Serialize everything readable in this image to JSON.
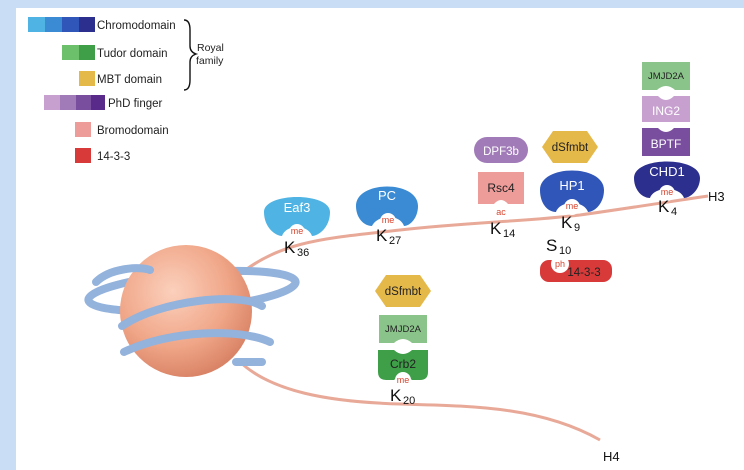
{
  "legend": {
    "items": [
      {
        "label": "Chromodomain",
        "colors": [
          "#4fb3e3",
          "#3a8bd4",
          "#2f56b8",
          "#2c2f8e"
        ]
      },
      {
        "label": "Tudor domain",
        "colors": [
          "#6cc06c",
          "#3f9f48"
        ]
      },
      {
        "label": "MBT domain",
        "colors": [
          "#e5b84a"
        ]
      },
      {
        "label": "PhD finger",
        "colors": [
          "#c7a0cf",
          "#a07bb8",
          "#7a4e9e",
          "#5a2a8a"
        ]
      },
      {
        "label": "Bromodomain",
        "colors": [
          "#ee9c9a"
        ]
      },
      {
        "label": "14-3-3",
        "colors": [
          "#d83a3a"
        ]
      }
    ],
    "royal_label": "Royal",
    "family_label": "family"
  },
  "tails": {
    "h3_label": "H3",
    "h4_label": "H4"
  },
  "residues": {
    "k36": {
      "letter": "K",
      "num": "36",
      "mod": "me"
    },
    "k27": {
      "letter": "K",
      "num": "27",
      "mod": "me"
    },
    "k14": {
      "letter": "K",
      "num": "14",
      "mod": "ac"
    },
    "k9": {
      "letter": "K",
      "num": "9",
      "mod": "me"
    },
    "k4": {
      "letter": "K",
      "num": "4",
      "mod": "me"
    },
    "s10": {
      "letter": "S",
      "num": "10",
      "mod": "ph"
    },
    "k20": {
      "letter": "K",
      "num": "20",
      "mod": "me"
    }
  },
  "proteins": {
    "eaf3": "Eaf3",
    "pc": "PC",
    "dpf3b": "DPF3b",
    "rsc4": "Rsc4",
    "dsfmbt_h3": "dSfmbt",
    "hp1": "HP1",
    "jmjd2a_h3": "JMJD2A",
    "ing2": "ING2",
    "bptf": "BPTF",
    "chd1": "CHD1",
    "p1433": "14-3-3",
    "dsfmbt_h4": "dSfmbt",
    "jmjd2a_h4": "JMJD2A",
    "crb2": "Crb2"
  },
  "colors": {
    "background": "#c9def5",
    "tail": "#e8a998",
    "nucleosome": "#f0a688",
    "dna": "#93b2dc",
    "eaf3": "#4fb3e3",
    "pc": "#3a8bd4",
    "hp1": "#2f56b8",
    "chd1": "#2c2f8e",
    "dpf3b": "#a07bb8",
    "ing2": "#c7a0cf",
    "bptf": "#7a4e9e",
    "rsc4": "#ee9c9a",
    "mbt": "#e5b84a",
    "jmjd2a": "#8bc48b",
    "crb2": "#3f9f48",
    "p1433": "#d83a3a",
    "mod_text": "#d8452f"
  }
}
